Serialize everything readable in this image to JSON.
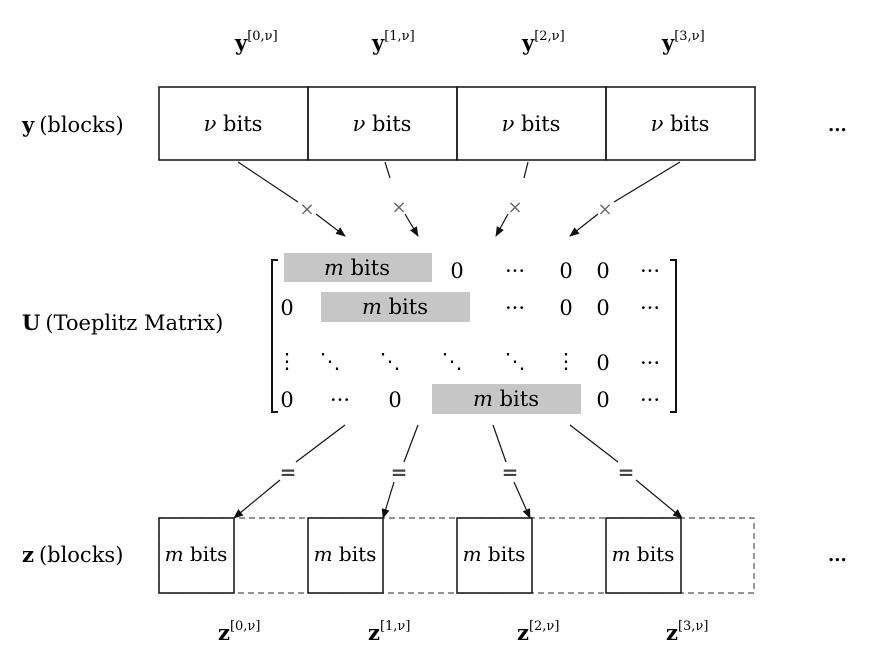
{
  "row_labels": {
    "y_main": "y",
    "y_suffix": "(blocks)",
    "u_main": "U",
    "u_suffix": "(Toeplitz Matrix)",
    "z_main": "z",
    "z_suffix": "(blocks)"
  },
  "y_headers": [
    {
      "base": "y",
      "sup": "[0,ν]"
    },
    {
      "base": "y",
      "sup": "[1,ν]"
    },
    {
      "base": "y",
      "sup": "[2,ν]"
    },
    {
      "base": "y",
      "sup": "[3,ν]"
    }
  ],
  "z_headers": [
    {
      "base": "z",
      "sup": "[0,ν]"
    },
    {
      "base": "z",
      "sup": "[1,ν]"
    },
    {
      "base": "z",
      "sup": "[2,ν]"
    },
    {
      "base": "z",
      "sup": "[3,ν]"
    }
  ],
  "y_cells": [
    {
      "var": "ν",
      "text": "bits"
    },
    {
      "var": "ν",
      "text": "bits"
    },
    {
      "var": "ν",
      "text": "bits"
    },
    {
      "var": "ν",
      "text": "bits"
    }
  ],
  "z_cells": [
    {
      "var": "m",
      "text": "bits"
    },
    {
      "var": "m",
      "text": "bits"
    },
    {
      "var": "m",
      "text": "bits"
    },
    {
      "var": "m",
      "text": "bits"
    }
  ],
  "ellipsis": "...",
  "mul_symbol": "×",
  "eq_symbol": "=",
  "matrix": {
    "block_var": "m",
    "block_text": "bits",
    "zero": "0",
    "hdots": "···",
    "vdots": "⋮",
    "ddots": "⋱"
  }
}
